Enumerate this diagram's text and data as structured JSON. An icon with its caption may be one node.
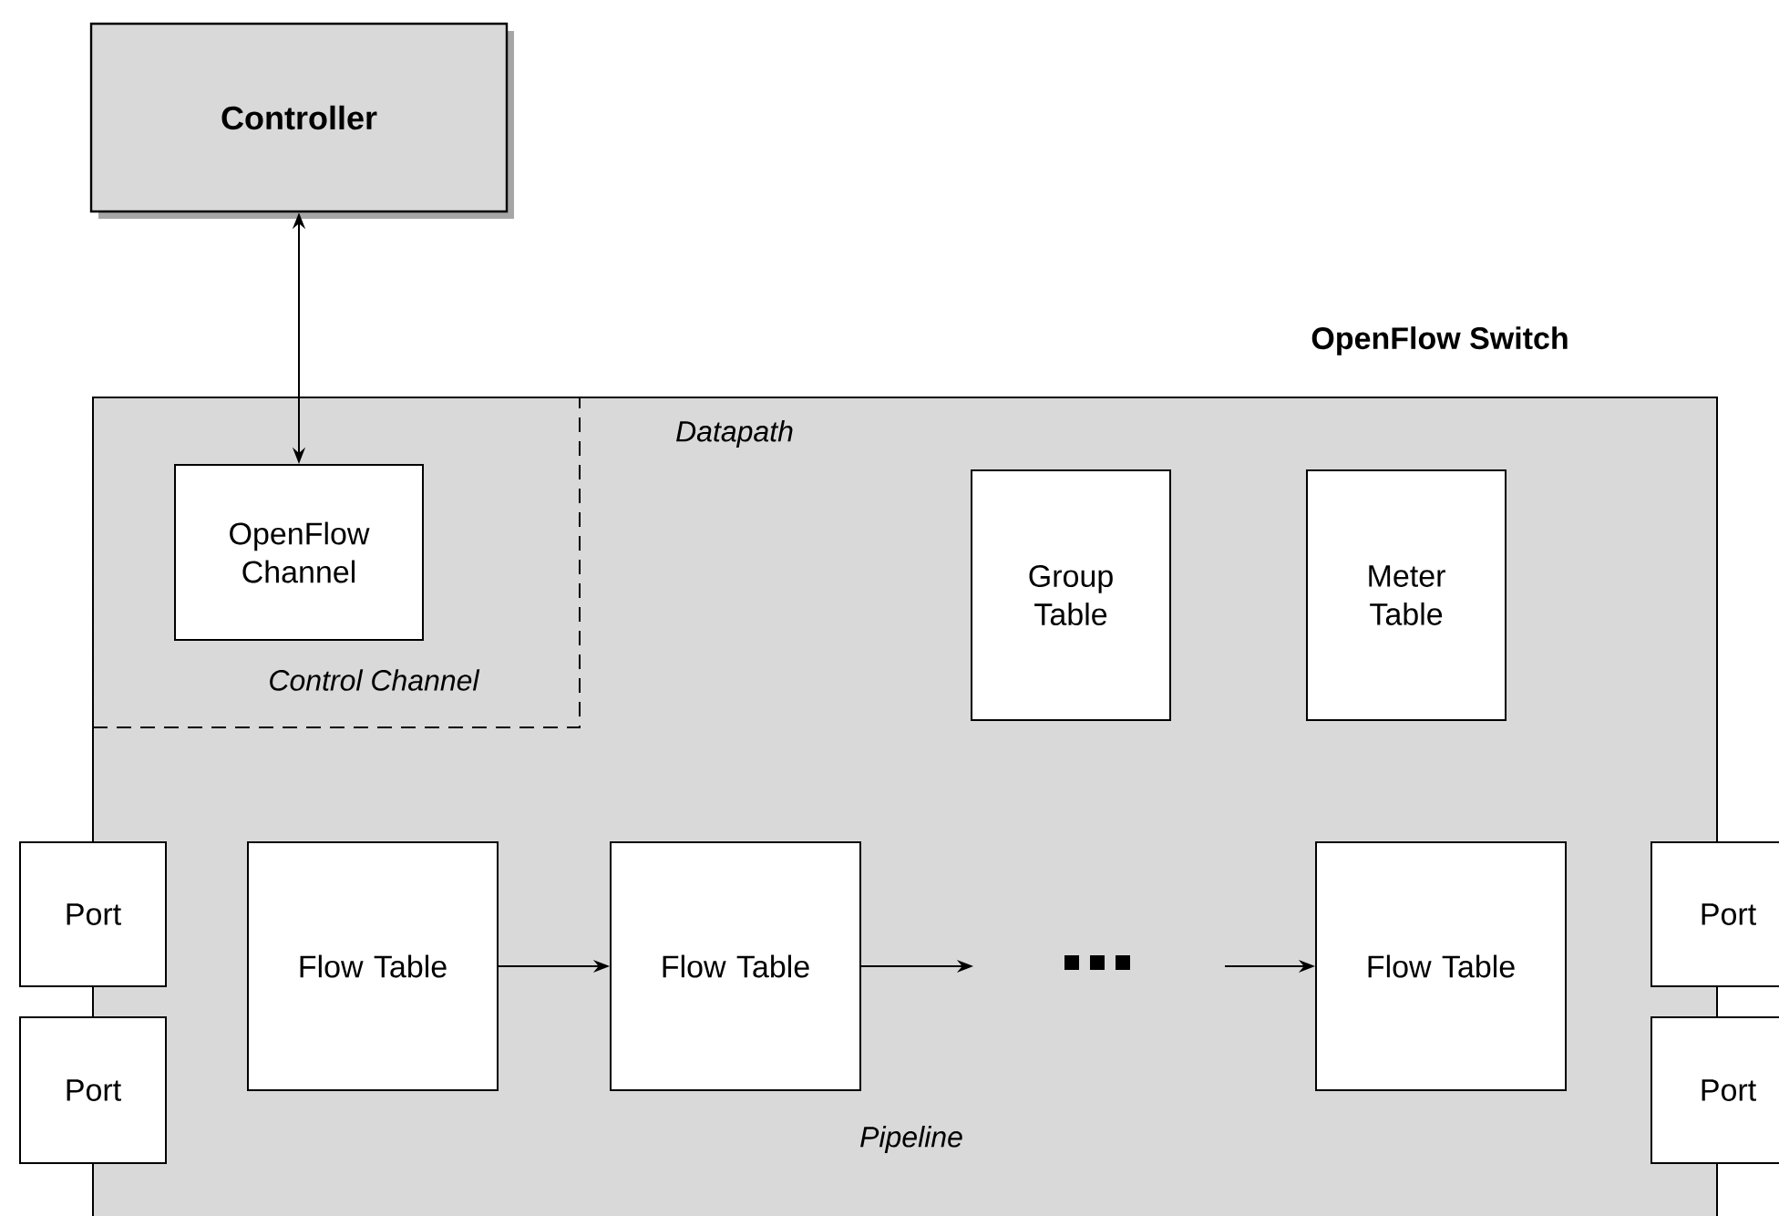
{
  "diagram": {
    "nodes": [
      {
        "text": [
          "Controller"
        ]
      },
      {
        "text": [
          "OpenFlow Switch"
        ]
      },
      {
        "text": [
          "Control Channel"
        ],
        "in": 1
      },
      {
        "text": [
          "OpenFlow Channel"
        ],
        "in": 2
      },
      {
        "text": [
          "Group Table"
        ],
        "in": 1
      },
      {
        "text": [
          "Meter Table"
        ],
        "in": 1
      },
      {
        "text": [
          "Port"
        ]
      },
      {
        "text": [
          "Port"
        ]
      },
      {
        "text": [
          "Flow Table"
        ],
        "in": 1
      },
      {
        "text": [
          "Flow Table"
        ],
        "in": 1
      },
      {
        "text": [
          "Flow Table"
        ],
        "in": 1
      },
      {
        "text": [
          "Port"
        ]
      },
      {
        "text": [
          "Port"
        ]
      }
    ],
    "edges": [
      {
        "from": 0,
        "to": 3,
        "arrow": "both"
      },
      {
        "from": 8,
        "to": 9,
        "arrow": "to"
      },
      {
        "from": 9,
        "to": null,
        "arrow": "to"
      },
      {
        "from": null,
        "to": 10,
        "arrow": "to"
      }
    ],
    "labels": [
      "Datapath",
      "Pipeline"
    ]
  }
}
